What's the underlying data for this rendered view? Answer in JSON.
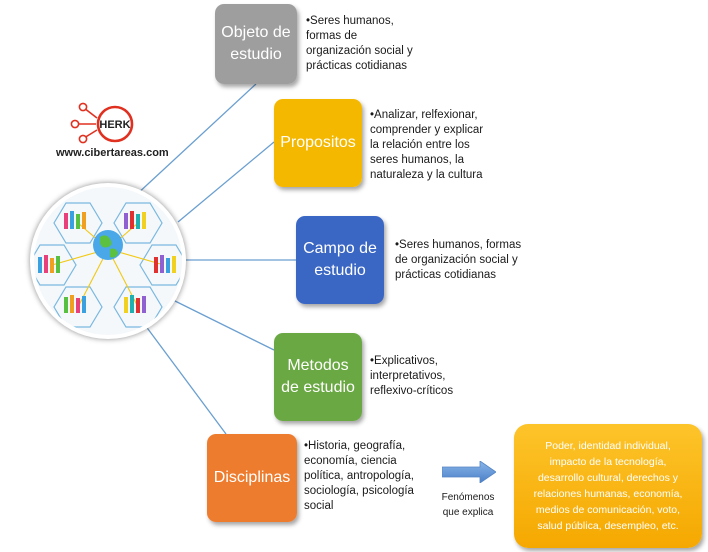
{
  "logo": {
    "text": "HERK",
    "site": "www.cibertareas.com"
  },
  "nodes": [
    {
      "title": "Objeto de\nestudio",
      "color": "#9e9e9e",
      "description": "•Seres humanos,\n  formas de\n  organización social y\n  prácticas cotidianas"
    },
    {
      "title": "Propositos",
      "color": "#f5b800",
      "description": "•Analizar, relfexionar,\n  comprender y explicar\n  la relación entre los\n  seres humanos, la\n  naturaleza y la cultura"
    },
    {
      "title": "Campo de\nestudio",
      "color": "#3a66c4",
      "description": "•Seres humanos, formas\n  de organización social y\n  prácticas cotidianas"
    },
    {
      "title": "Metodos\nde estudio",
      "color": "#6aa843",
      "description": "•Explicativos,\n  interpretativos,\n  reflexivo-críticos"
    },
    {
      "title": "Disciplinas",
      "color": "#ee7c2e",
      "description": "•Historia, geografía,\n  economía, ciencia\n  política, antropología,\n  sociología, psicología\n  social"
    }
  ],
  "arrow_label": "Fenómenos\nque explica",
  "result_text": "Poder, identidad individual,\nimpacto de la tecnología,\ndesarrollo cultural, derechos y\nrelaciones humanas, economía,\nmedios de comunicación, voto,\nsalud pública, desempleo, etc."
}
